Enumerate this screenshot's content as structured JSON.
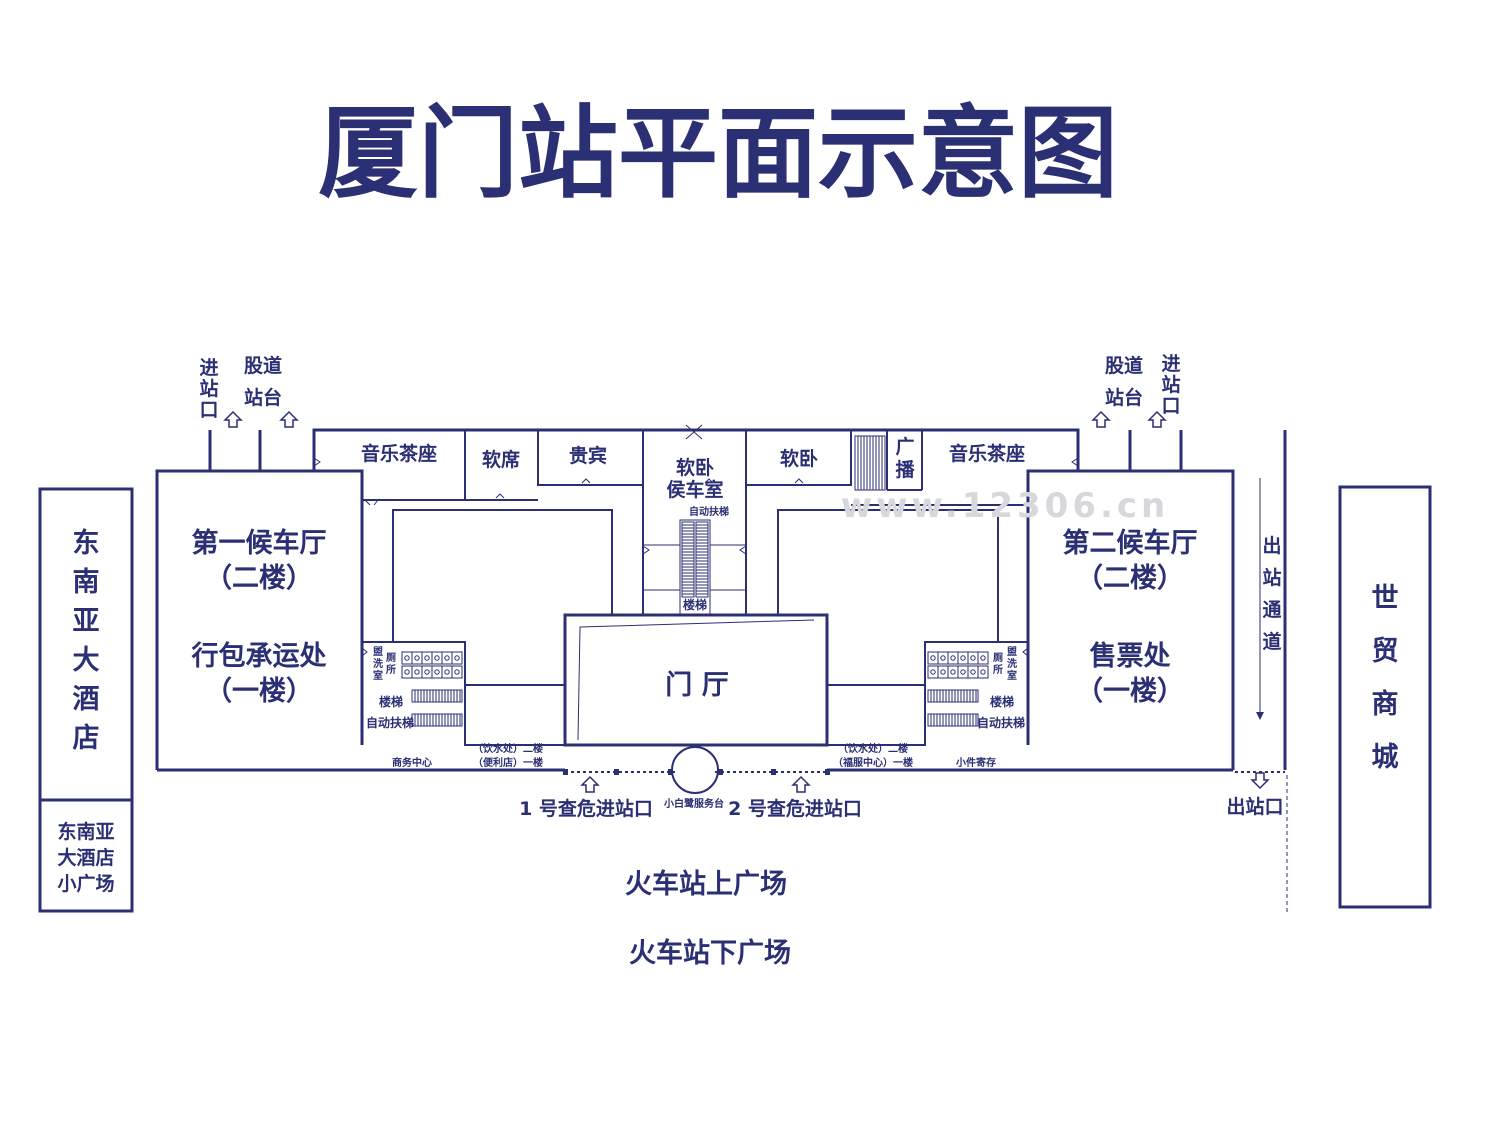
{
  "title": "厦门站平面示意图",
  "watermark": "www.12306.cn",
  "left_entrance": {
    "gate": "进站口",
    "platform": "股道站台"
  },
  "right_entrance": {
    "gate": "进站口",
    "platform": "股道站台"
  },
  "rooms": {
    "music_tea_left": "音乐茶座",
    "soft_seat": "软席",
    "vip": "贵宾",
    "soft_sleeper_waiting_1": "软卧",
    "soft_sleeper_waiting_2": "侯车室",
    "soft_sleeper": "软卧",
    "broadcast": "广播",
    "music_tea_right": "音乐茶座"
  },
  "hall_1": {
    "name": "第一候车厅",
    "floor": "（二楼）",
    "sub": "行包承运处",
    "sub_floor": "（一楼）"
  },
  "hall_2": {
    "name": "第二候车厅",
    "floor": "（二楼）",
    "sub": "售票处",
    "sub_floor": "（一楼）"
  },
  "lobby": "门 厅",
  "small": {
    "escalator_top": "自动扶梯",
    "stairs_center": "楼梯",
    "washroom_left": "盥洗室",
    "toilet_left": "厕所",
    "stairs_left": "楼梯",
    "escalator_left": "自动扶梯",
    "washroom_right": "盥洗室",
    "toilet_right": "厕所",
    "stairs_right": "楼梯",
    "escalator_right": "自动扶梯",
    "business_center": "商务中心",
    "water_left": "（饮水处）二楼",
    "store_left": "（便利店）一楼",
    "water_right": "（饮水处）二楼",
    "service_right": "（福服中心）一楼",
    "parcel": "小件寄存",
    "info_desk": "小白鹭服务台"
  },
  "checkpoint_1": "1 号查危进站口",
  "checkpoint_2": "2 号查危进站口",
  "exit_passage": "出站通道",
  "exit": "出站口",
  "hotel": "东南亚大酒店",
  "hotel_plaza": [
    "东南亚",
    "大酒店",
    "小广场"
  ],
  "mall": "世贸商城",
  "upper_plaza": "火车站上广场",
  "lower_plaza": "火车站下广场"
}
